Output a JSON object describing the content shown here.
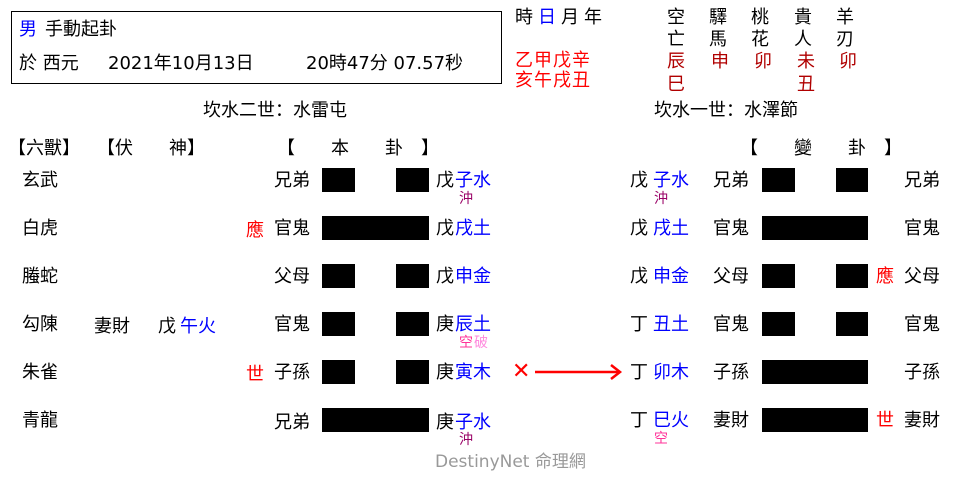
{
  "header": {
    "gender": "男",
    "method": "手動起卦",
    "date_prefix": "於 西元",
    "date": "2021年10月13日",
    "time": "20時47分 07.57秒"
  },
  "pillars": {
    "labels": [
      "時",
      "日",
      "月",
      "年"
    ],
    "highlight_index": 1,
    "stems": "乙甲戊辛",
    "branches": "亥午戌丑"
  },
  "shensha": [
    {
      "title": [
        "空",
        "亡"
      ],
      "values": [
        "辰",
        "巳"
      ]
    },
    {
      "title": [
        "驛",
        "馬"
      ],
      "values": [
        "申"
      ]
    },
    {
      "title": [
        "桃",
        "花"
      ],
      "values": [
        "卯"
      ]
    },
    {
      "title": [
        "貴",
        "人"
      ],
      "values": [
        "未",
        "丑"
      ]
    },
    {
      "title": [
        "羊",
        "刃"
      ],
      "values": [
        "卯"
      ]
    }
  ],
  "main_hexagram": {
    "name": "坎水二世：水雷屯",
    "header": "【　　本　　卦　】"
  },
  "changed_hexagram": {
    "name": "坎水一世：水澤節",
    "header": "【　　變　　卦　】"
  },
  "columns": {
    "six_beasts": "【六獸】",
    "hidden_spirit": "【伏　　神】"
  },
  "rows": [
    {
      "beast": "玄武",
      "hidden_relation": "",
      "hidden_stem": "",
      "hidden_branch": "",
      "mark": "",
      "relation": "兄弟",
      "line": "yin",
      "stem": "戊",
      "branch": "子水",
      "note": "沖",
      "note_class": "purple",
      "moving": false,
      "c_stem": "戊",
      "c_branch": "子水",
      "c_note": "沖",
      "c_note_class": "purple",
      "c_relation": "兄弟",
      "c_line": "yin",
      "c_mark": "",
      "c_relation2": "兄弟"
    },
    {
      "beast": "白虎",
      "hidden_relation": "",
      "hidden_stem": "",
      "hidden_branch": "",
      "mark": "應",
      "relation": "官鬼",
      "line": "yang",
      "stem": "戊",
      "branch": "戌土",
      "note": "",
      "note_class": "",
      "moving": false,
      "c_stem": "戊",
      "c_branch": "戌土",
      "c_note": "",
      "c_note_class": "",
      "c_relation": "官鬼",
      "c_line": "yang",
      "c_mark": "",
      "c_relation2": "官鬼"
    },
    {
      "beast": "螣蛇",
      "hidden_relation": "",
      "hidden_stem": "",
      "hidden_branch": "",
      "mark": "",
      "relation": "父母",
      "line": "yin",
      "stem": "戊",
      "branch": "申金",
      "note": "",
      "note_class": "",
      "moving": false,
      "c_stem": "戊",
      "c_branch": "申金",
      "c_note": "",
      "c_note_class": "",
      "c_relation": "父母",
      "c_line": "yin",
      "c_mark": "應",
      "c_relation2": "父母"
    },
    {
      "beast": "勾陳",
      "hidden_relation": "妻財",
      "hidden_stem": "戊",
      "hidden_branch": "午火",
      "mark": "",
      "relation": "官鬼",
      "line": "yin",
      "stem": "庚",
      "branch": "辰土",
      "note": "空",
      "note2": "破",
      "note_class": "pink",
      "moving": false,
      "c_stem": "丁",
      "c_branch": "丑土",
      "c_note": "",
      "c_note_class": "",
      "c_relation": "官鬼",
      "c_line": "yin",
      "c_mark": "",
      "c_relation2": "官鬼"
    },
    {
      "beast": "朱雀",
      "hidden_relation": "",
      "hidden_stem": "",
      "hidden_branch": "",
      "mark": "世",
      "relation": "子孫",
      "line": "yin",
      "stem": "庚",
      "branch": "寅木",
      "note": "",
      "note_class": "",
      "moving": true,
      "moving_symbol": "✕",
      "c_stem": "丁",
      "c_branch": "卯木",
      "c_note": "",
      "c_note_class": "",
      "c_relation": "子孫",
      "c_line": "yang",
      "c_mark": "",
      "c_relation2": "子孫"
    },
    {
      "beast": "青龍",
      "hidden_relation": "",
      "hidden_stem": "",
      "hidden_branch": "",
      "mark": "",
      "relation": "兄弟",
      "line": "yang",
      "stem": "庚",
      "branch": "子水",
      "note": "沖",
      "note_class": "purple",
      "moving": false,
      "c_stem": "丁",
      "c_branch": "巳火",
      "c_note": "空",
      "c_note_class": "pink",
      "c_relation": "妻財",
      "c_line": "yang",
      "c_mark": "世",
      "c_relation2": "妻財"
    }
  ],
  "watermark": "DestinyNet 命理網",
  "colors": {
    "accent_blue": "#0000ff",
    "accent_red": "#ff0000",
    "shensha_red": "#b00000",
    "chong_purple": "#990066",
    "kong_pink": "#ff3399"
  }
}
